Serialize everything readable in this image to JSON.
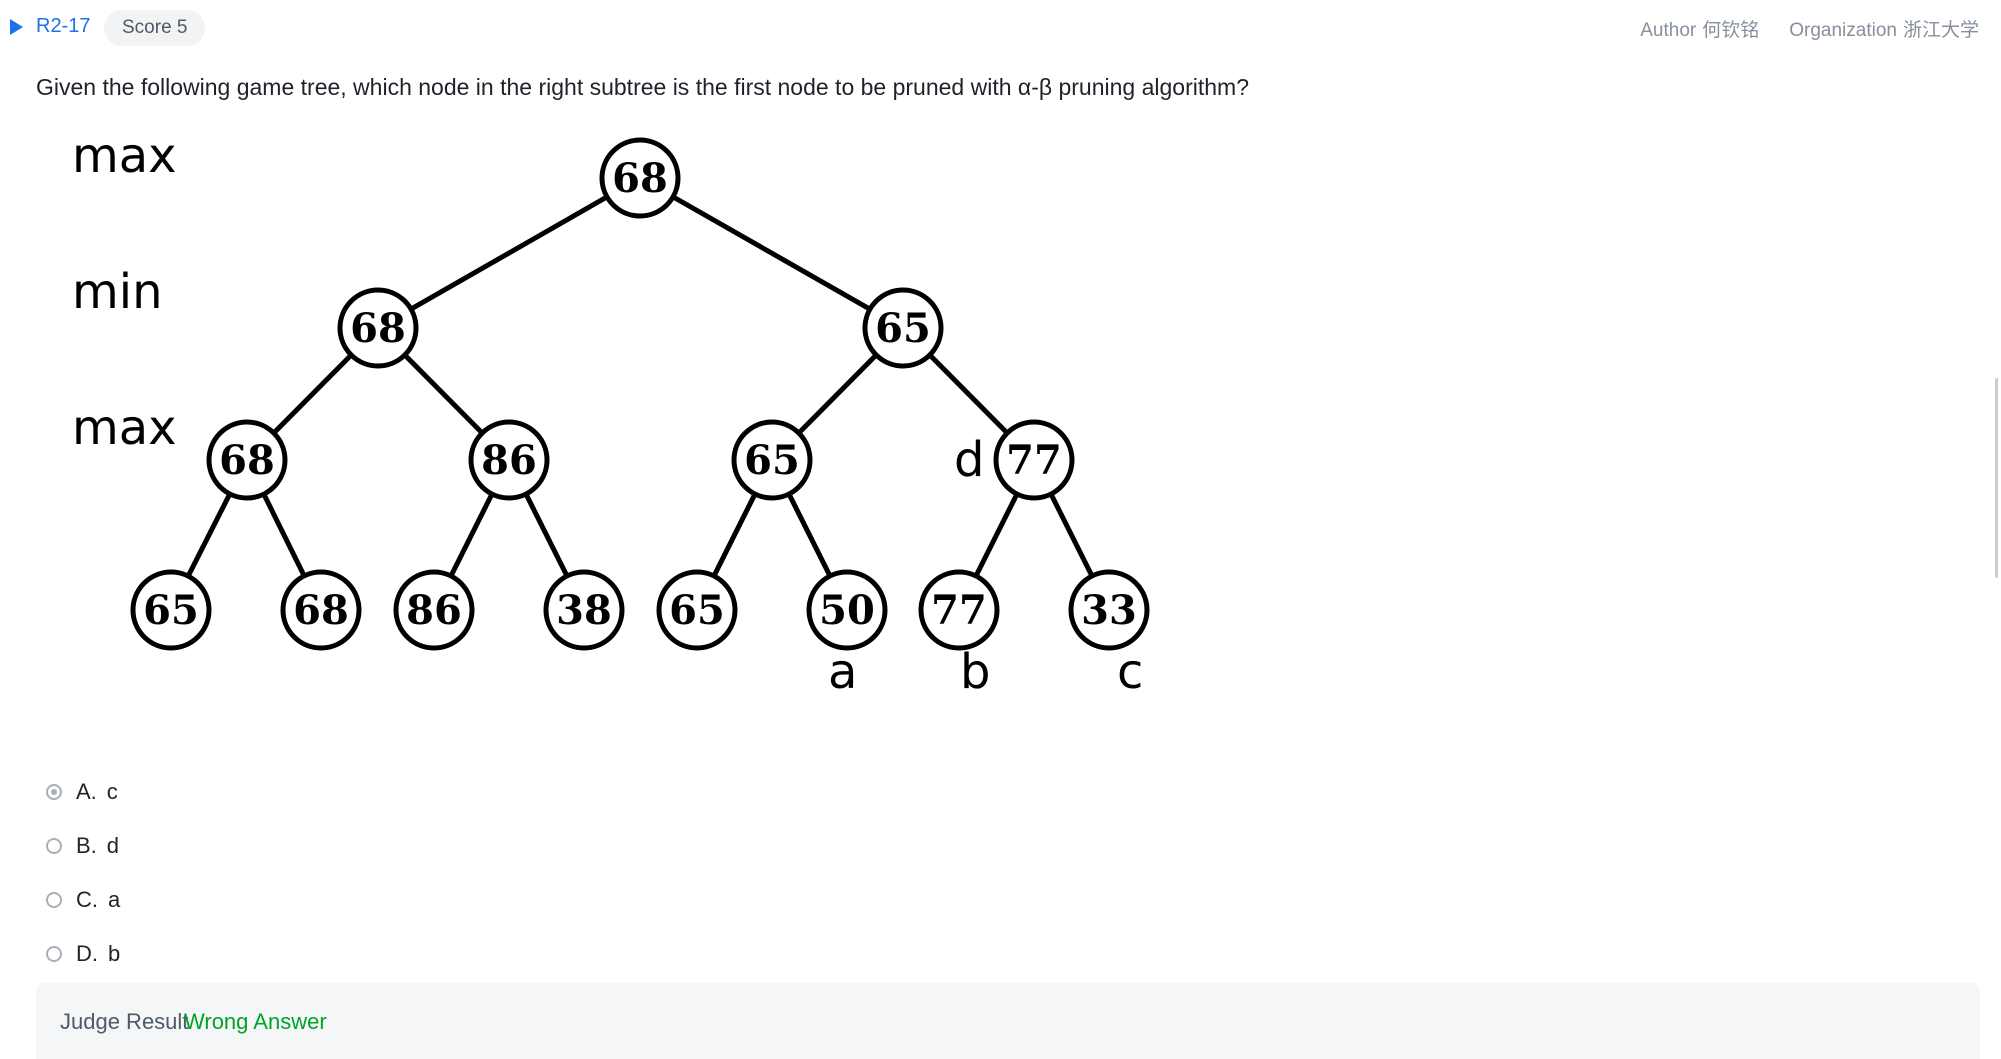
{
  "header": {
    "problem_id": "R2-17",
    "score": "Score 5",
    "author_label": "Author",
    "author": "何钦铭",
    "org_label": "Organization",
    "org": "浙江大学"
  },
  "question": "Given the following game tree, which node in the right subtree is the first node to be pruned with α-β pruning algorithm?",
  "tree": {
    "level_labels": [
      "max",
      "min",
      "max"
    ],
    "root": "68",
    "level1": [
      "68",
      "65"
    ],
    "level2": [
      "68",
      "86",
      "65",
      "77"
    ],
    "leaves": [
      "65",
      "68",
      "86",
      "38",
      "65",
      "50",
      "77",
      "33"
    ],
    "annotations": {
      "d": "d",
      "a": "a",
      "b": "b",
      "c": "c"
    }
  },
  "options": [
    {
      "letter": "A.",
      "text": "c",
      "selected": true
    },
    {
      "letter": "B.",
      "text": "d",
      "selected": false
    },
    {
      "letter": "C.",
      "text": "a",
      "selected": false
    },
    {
      "letter": "D.",
      "text": "b",
      "selected": false
    }
  ],
  "judge": {
    "label": "Judge Result",
    "value": "Wrong Answer"
  },
  "colors": {
    "accent": "#1a73e8",
    "wrong_answer": "#00a32a"
  }
}
